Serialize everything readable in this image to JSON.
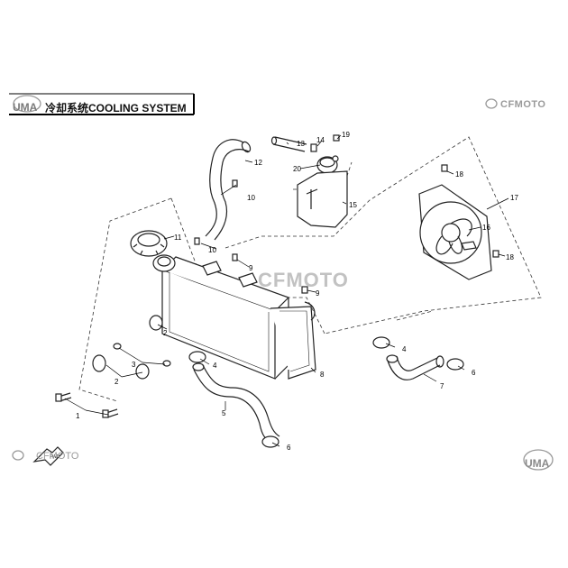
{
  "header": {
    "logo_left": "UMA",
    "title": "冷却系统COOLING SYSTEM",
    "brand_right": "CFMOTO"
  },
  "watermark": "CFMOTO",
  "footer": {
    "fwd_label": "FWD",
    "brand_left": "CFMOTO",
    "logo_right": "UMA"
  },
  "callouts": [
    "1",
    "1",
    "2",
    "2",
    "3",
    "4",
    "4",
    "5",
    "6",
    "6",
    "7",
    "8",
    "9",
    "9",
    "10",
    "10",
    "11",
    "12",
    "13",
    "14",
    "15",
    "16",
    "17",
    "18",
    "18",
    "19",
    "20"
  ]
}
